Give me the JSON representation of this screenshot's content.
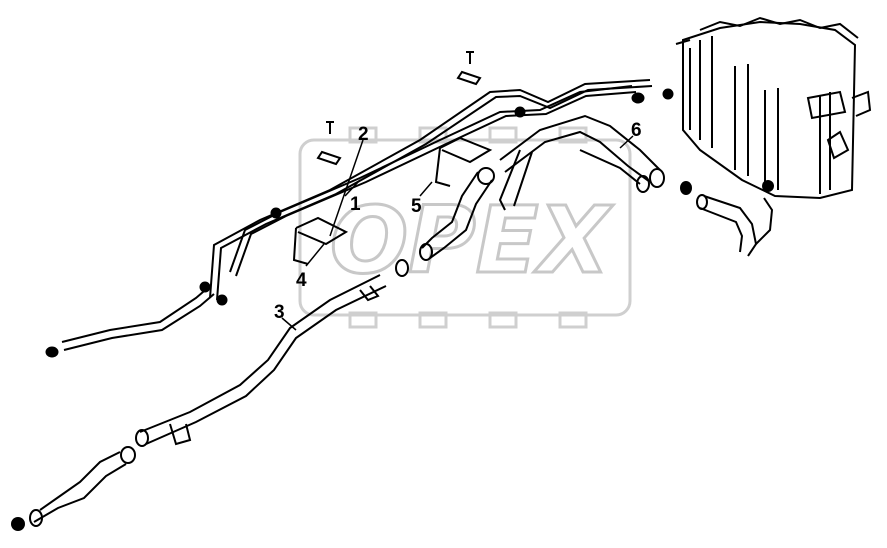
{
  "watermark": {
    "text": "OPEX",
    "color": "#c8c8c8"
  },
  "callouts": [
    "1",
    "2",
    "3",
    "4",
    "5",
    "6"
  ],
  "line_color": "#000000",
  "background_color": "#ffffff"
}
